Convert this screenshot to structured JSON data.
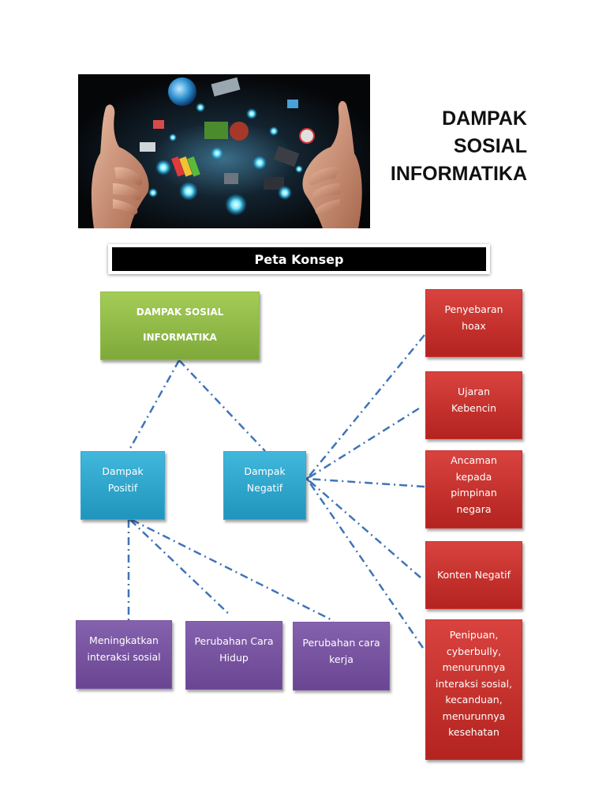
{
  "header": {
    "title_lines": [
      "DAMPAK",
      "SOSIAL",
      "INFORMATIKA"
    ],
    "banner": "Peta Konsep"
  },
  "nodes": {
    "root": [
      "DAMPAK SOSIAL",
      "INFORMATIKA"
    ],
    "positif": [
      "Dampak",
      "Positif"
    ],
    "negatif": [
      "Dampak",
      "Negatif"
    ],
    "pos_items": [
      [
        "Meningkatkan",
        "interaksi sosial"
      ],
      [
        "Perubahan Cara",
        "Hidup"
      ],
      [
        "Perubahan cara",
        "kerja"
      ]
    ],
    "neg_items": [
      [
        "Penyebaran",
        "hoax"
      ],
      [
        "Ujaran",
        "Kebencin"
      ],
      [
        "Ancaman",
        "kepada",
        "pimpinan",
        "negara"
      ],
      [
        "Konten Negatif"
      ],
      [
        "Penipuan,",
        "cyberbully,",
        "menurunnya",
        "interaksi sosial,",
        "kecanduan,",
        "menurunnya",
        "kesehatan"
      ]
    ]
  },
  "colors": {
    "root": "#8cb846",
    "dampak": "#2ea7d0",
    "negative_items": "#c6302c",
    "positive_items": "#7550a0",
    "connector": "#3f74b8"
  }
}
